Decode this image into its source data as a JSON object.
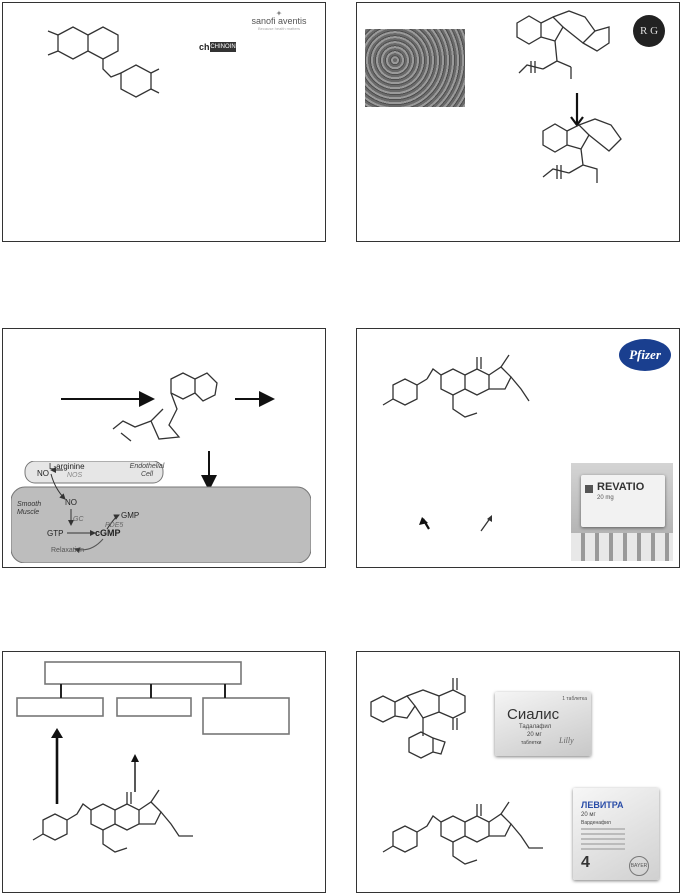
{
  "slide1": {
    "logo_sanofi": "sanofi aventis",
    "logo_sanofi_sub": "Because health matters",
    "logo_chinoin": "CHINOIN"
  },
  "slide3": {
    "cell_endothelial": "Endothelial Cell",
    "cell_smooth": "Smooth Muscle",
    "label_larginine": "L-arginine",
    "label_no_top": "NO",
    "label_nos": "NOS",
    "label_no_mid": "NO",
    "label_gc": "GC",
    "label_gmp": "GMP",
    "label_pde5": "PDE5",
    "label_gtp": "GTP",
    "label_cgmp": "cGMP",
    "label_relaxation": "Relaxation"
  },
  "slide4": {
    "logo_pfizer": "Pfizer",
    "box_brand": "REVATIO",
    "box_dose": "20 mg"
  },
  "slide6": {
    "cialis_brand": "Сиалис",
    "cialis_generic": "Тадалафил",
    "cialis_dose": "20 мг",
    "cialis_form": "таблетки",
    "cialis_count": "1 таблетка",
    "levitra_brand": "ЛЕВИТРА",
    "levitra_dose": "20 мг",
    "levitra_generic": "Варденафил",
    "levitra_count": "4"
  },
  "colors": {
    "border": "#333333",
    "cell_fill": "#e6e6e6",
    "smooth_fill": "#bdbdbd",
    "pfizer_blue": "#1a3f8f",
    "levitra_blue": "#2b4ea8"
  }
}
